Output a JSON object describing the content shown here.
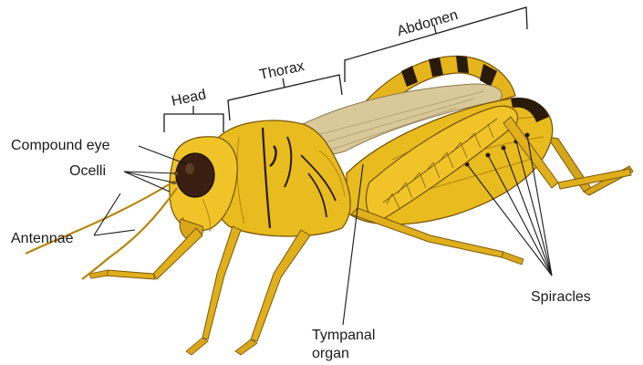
{
  "colors": {
    "body": "#e8bb1f",
    "body_shadow": "#b5860e",
    "body_highlight": "#f7dc63",
    "markings": "#2a1a0a",
    "wing": "#d9c99a",
    "eye": "#3a1f10",
    "line": "#1a1a1a"
  },
  "segments": {
    "head": "Head",
    "thorax": "Thorax",
    "abdomen": "Abdomen"
  },
  "labels": {
    "compound_eye": "Compound eye",
    "ocelli": "Ocelli",
    "antennae": "Antennae",
    "tympanal_line1": "Tympanal",
    "tympanal_line2": "organ",
    "spiracles": "Spiracles"
  }
}
